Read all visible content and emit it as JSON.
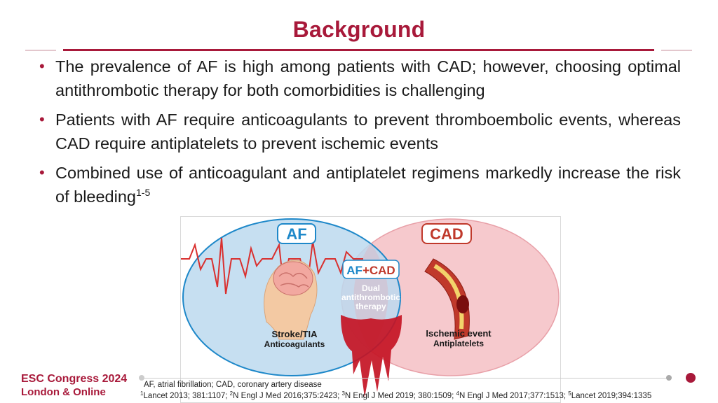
{
  "slide": {
    "title": "Background",
    "bullets": [
      {
        "text": "The prevalence of AF is high among patients with CAD; however, choosing optimal antithrombotic therapy for both comorbidities is challenging",
        "sup": ""
      },
      {
        "text": "Patients with AF require anticoagulants to prevent thromboembolic events, whereas CAD require antiplatelets to prevent ischemic events",
        "sup": ""
      },
      {
        "text": "Combined use of anticoagulant and antiplatelet regimens markedly increase the risk of bleeding",
        "sup": "1-5"
      }
    ],
    "bullet_symbol": "•"
  },
  "figure": {
    "af_label": "AF",
    "cad_label": "CAD",
    "overlap_label_af": "AF",
    "overlap_label_plus": "+",
    "overlap_label_cad": "CAD",
    "dual_line1": "Dual",
    "dual_line2": "antithrombotic",
    "dual_line3": "therapy",
    "left_caption_title": "Stroke/TIA",
    "left_caption_sub": "Anticoagulants",
    "right_caption_title": "Ischemic event",
    "right_caption_sub": "Antiplatelets",
    "colors": {
      "af_circle": "#bcd9ef",
      "cad_circle": "#f6c9cd",
      "af_blue": "#1e88c9",
      "cad_red": "#c0392b",
      "blood": "#c41424"
    }
  },
  "footer": {
    "logo_line1": "ESC Congress 2024",
    "logo_line2": "London & Online",
    "abbreviations": "AF, atrial fibrillation; CAD, coronary artery disease",
    "references": [
      {
        "sup": "1",
        "text": "Lancet 2013; 381:1107; "
      },
      {
        "sup": "2",
        "text": "N Engl J Med 2016;375:2423; "
      },
      {
        "sup": "3",
        "text": "N Engl J Med 2019; 380:1509; "
      },
      {
        "sup": "4",
        "text": "N Engl J Med 2017;377:1513; "
      },
      {
        "sup": "5",
        "text": "Lancet 2019;394:1335"
      }
    ]
  }
}
